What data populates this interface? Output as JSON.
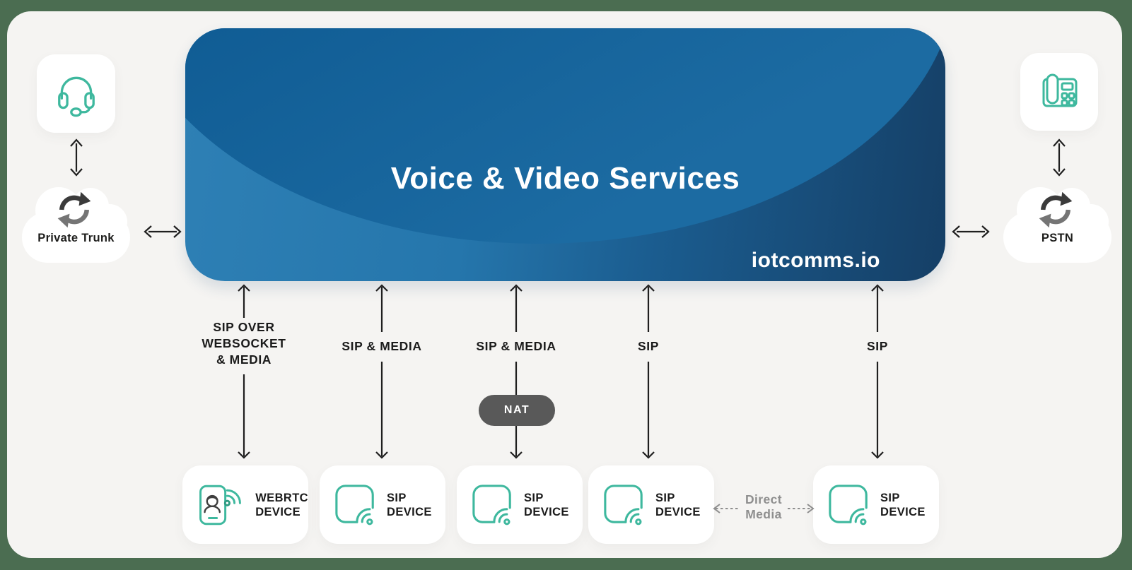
{
  "colors": {
    "background_green": "#4b6d51",
    "panel_background": "#f5f4f2",
    "hero_blue_dark": "#153f66",
    "hero_blue_mid": "#2273a9",
    "hero_blue_light": "#2e80b5",
    "teal_accent": "#3eb89e",
    "text_dark": "#1d1d1b",
    "nat_badge_background": "#595959",
    "direct_media_gray": "#8e8e8e"
  },
  "platform": {
    "title": "Voice & Video Services",
    "brand": "iotcomms.io"
  },
  "left_trunk": {
    "device_icon": "headset-icon",
    "sync_icon": "sync-arrows-icon",
    "cloud_label": "Private Trunk"
  },
  "right_trunk": {
    "device_icon": "desk-phone-icon",
    "sync_icon": "sync-arrows-icon",
    "cloud_label": "PSTN"
  },
  "connections": [
    {
      "label_lines": [
        "SIP OVER",
        "WEBSOCKET",
        "& MEDIA"
      ]
    },
    {
      "label_lines": [
        "SIP & MEDIA"
      ]
    },
    {
      "label_lines": [
        "SIP & MEDIA"
      ],
      "badge": "NAT"
    },
    {
      "label_lines": [
        "SIP"
      ]
    },
    {
      "label_lines": [
        "SIP"
      ]
    }
  ],
  "devices": [
    {
      "icon": "webrtc-phone-icon",
      "label_lines": [
        "WEBRTC",
        "DEVICE"
      ]
    },
    {
      "icon": "sip-wifi-icon",
      "label_lines": [
        "SIP",
        "DEVICE"
      ]
    },
    {
      "icon": "sip-wifi-icon",
      "label_lines": [
        "SIP",
        "DEVICE"
      ]
    },
    {
      "icon": "sip-wifi-icon",
      "label_lines": [
        "SIP",
        "DEVICE"
      ]
    },
    {
      "icon": "sip-wifi-icon",
      "label_lines": [
        "SIP",
        "DEVICE"
      ]
    }
  ],
  "direct_media": {
    "label_lines": [
      "Direct",
      "Media"
    ]
  }
}
